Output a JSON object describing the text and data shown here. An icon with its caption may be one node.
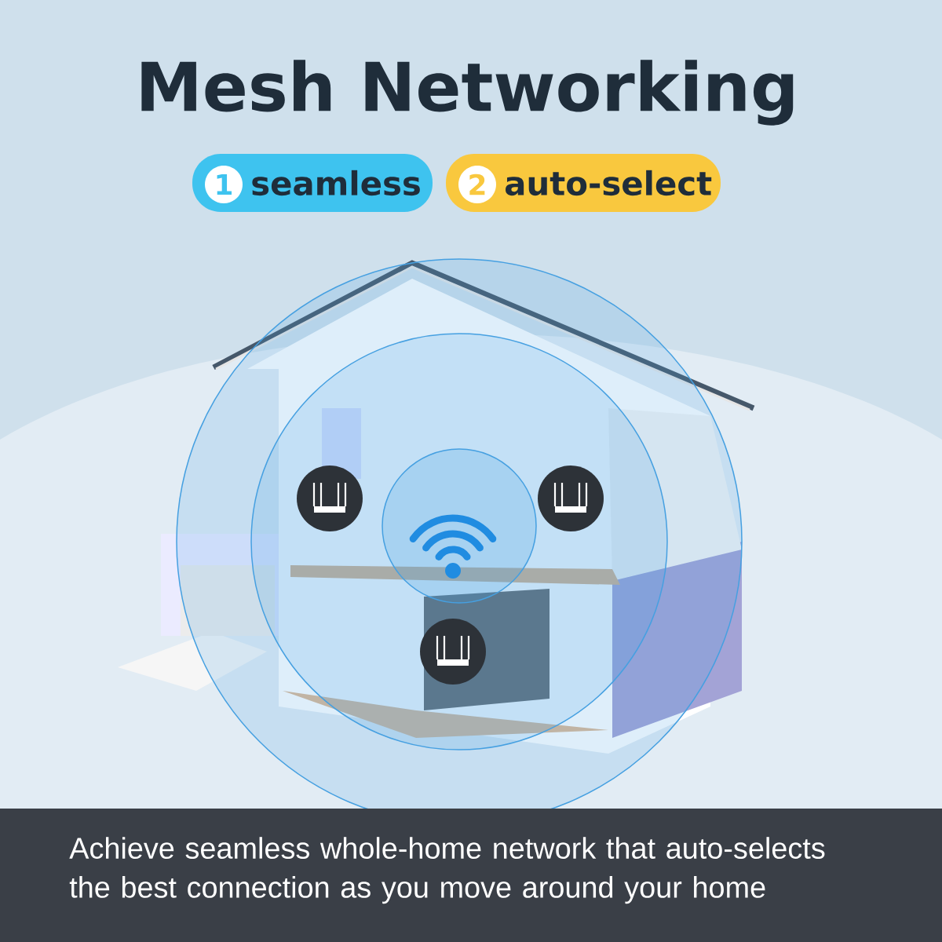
{
  "diagram": {
    "title": "Mesh Networking",
    "caption": "Achieve seamless whole-home network that auto-selects the best connection as you move around your home",
    "nodes": [
      {
        "text": [
          "1",
          "seamless"
        ]
      },
      {
        "text": [
          "2",
          "auto-select"
        ]
      }
    ]
  }
}
